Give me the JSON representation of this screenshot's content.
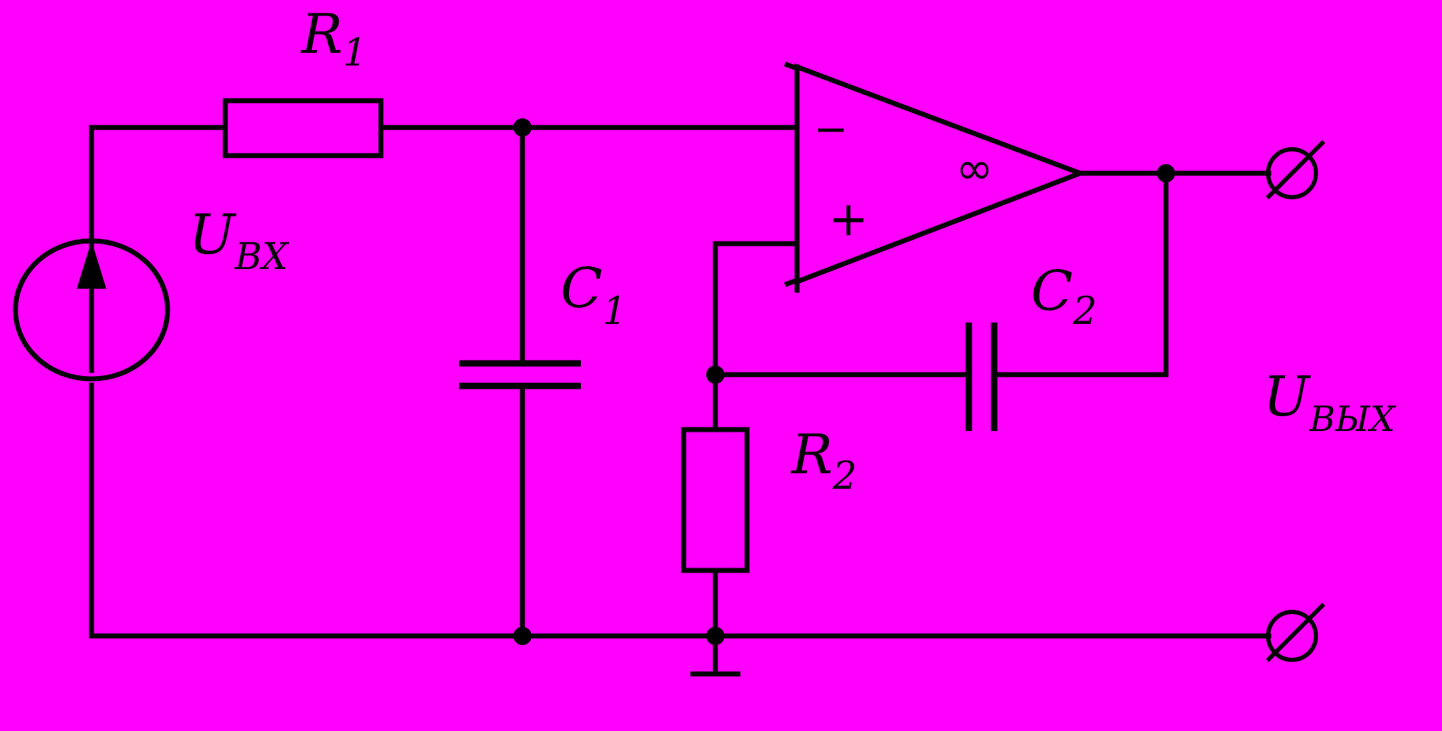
{
  "labels": {
    "r1_main": "R",
    "r1_sub": "1",
    "r2_main": "R",
    "r2_sub": "2",
    "c1_main": "C",
    "c1_sub": "1",
    "c2_main": "C",
    "c2_sub": "2",
    "uin_main": "U",
    "uin_sub": "ВХ",
    "uout_main": "U",
    "uout_sub": "ВЫХ"
  },
  "opamp": {
    "minus": "−",
    "plus": "+",
    "gain": "∞"
  },
  "colors": {
    "background": "#ff00ff",
    "ink": "#000000"
  }
}
